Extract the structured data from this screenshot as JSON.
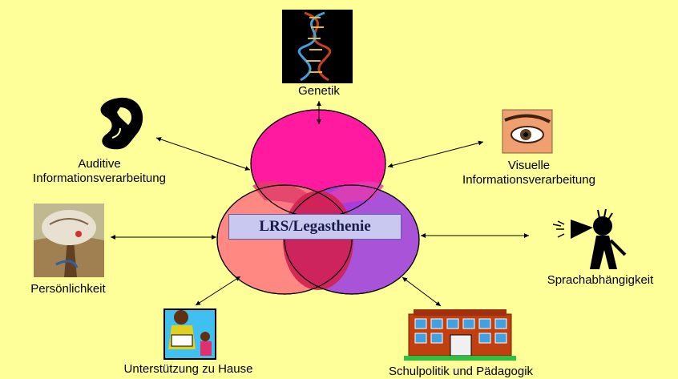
{
  "center_label": "LRS/Legasthenie",
  "factors": {
    "genetik": "Genetik",
    "auditive_1": "Auditive",
    "auditive_2": "Informationsverarbeitung",
    "visuelle_1": "Visuelle",
    "visuelle_2": "Informationsverarbeitung",
    "persoenlichkeit": "Persönlichkeit",
    "sprachabhaengigkeit": "Sprachabhängigkeit",
    "unterstuetzung": "Unterstützung zu Hause",
    "schulpolitik": "Schulpolitik und Pädagogik"
  },
  "icons": [
    "dna-icon",
    "ear-icon",
    "eye-icon",
    "tree-icon",
    "speaker-icon",
    "family-icon",
    "school-icon"
  ],
  "colors": {
    "background": "#ffff99",
    "circle_top": "#ff1aa0",
    "circle_left": "#ff8080",
    "circle_right": "#a040e0",
    "center_box": "#c8c8f0"
  }
}
